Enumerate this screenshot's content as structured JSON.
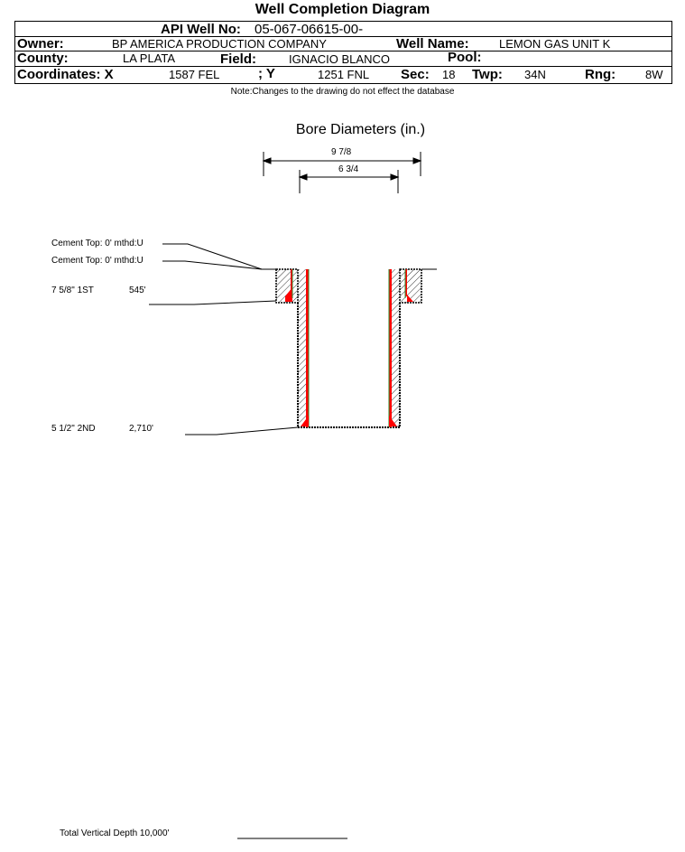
{
  "title": "Well Completion Diagram",
  "header": {
    "api_label": "API Well No:",
    "api_value": "05-067-06615-00-",
    "owner_label": "Owner:",
    "owner_value": "BP AMERICA PRODUCTION COMPANY",
    "well_name_label": "Well Name:",
    "well_name_value": "LEMON GAS UNIT K",
    "county_label": "County:",
    "county_value": "LA PLATA",
    "field_label": "Field:",
    "field_value": "IGNACIO BLANCO",
    "pool_label": "Pool:",
    "coord_x_label": "Coordinates: X",
    "coord_x_value": "1587 FEL",
    "coord_y_label": "; Y",
    "coord_y_value": "1251 FNL",
    "sec_label": "Sec:",
    "sec_value": "18",
    "twp_label": "Twp:",
    "twp_value": "34N",
    "rng_label": "Rng:",
    "rng_value": "8W"
  },
  "note": "Note:Changes to the drawing do not effect the database",
  "bore": {
    "title": "Bore Diameters (in.)",
    "d1": "9 7/8",
    "d2": "6 3/4"
  },
  "annotations": {
    "cement1": "Cement Top: 0' mthd:U",
    "cement2": "Cement Top: 0' mthd:U",
    "casing1_name": "7 5/8\" 1ST",
    "casing1_depth": "545'",
    "casing2_name": "5 1/2\" 2ND",
    "casing2_depth": "2,710'",
    "tvd": "Total Vertical Depth 10,000'"
  },
  "colors": {
    "cement": "#ff0000",
    "casing": "#2e8b2e"
  }
}
